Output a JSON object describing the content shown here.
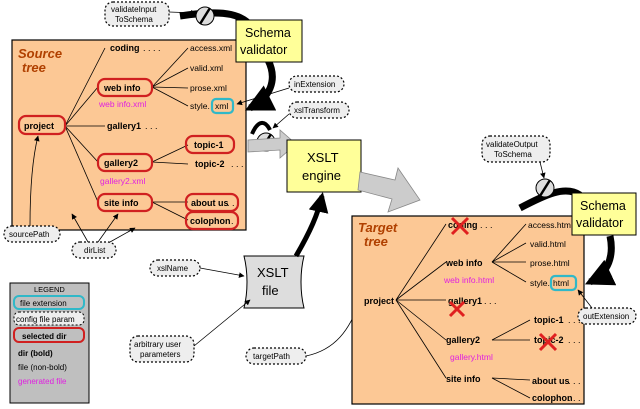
{
  "colors": {
    "tree_fill": "#fcc895",
    "yellow_box": "#ffff99",
    "dir_red": "#d02020",
    "ext_cyan": "#30b8c8",
    "generated_pink": "#e020e0",
    "legend_fill": "#bfbfbf"
  },
  "source_tree": {
    "title_line1": "Source",
    "title_line2": "tree",
    "project": "project",
    "coding": "coding",
    "coding_dots": ". . . .",
    "web_info": "web info",
    "web_info_xml": "web info.xml",
    "gallery1": "gallery1",
    "gallery1_dots": ". . .",
    "gallery2": "gallery2",
    "gallery2_xml": "gallery2.xml",
    "site_info": "site info",
    "access": "access.xml",
    "valid": "valid.xml",
    "prose": "prose.xml",
    "style_prefix": "style.",
    "style_ext": "xml",
    "topic1": "topic-1",
    "topic2": "topic-2",
    "topic2_dots": ". . .",
    "about": "about us",
    "about_dots": ". .",
    "colophon": "colophon",
    "colophon_dot": "."
  },
  "target_tree": {
    "title_line1": "Target",
    "title_line2": "tree",
    "project": "project",
    "coding": "coding",
    "coding_dots": ". . .",
    "web_info": "web info",
    "web_info_html": "web info.html",
    "gallery1": "gallery1",
    "gallery1_dots": ". . .",
    "gallery2": "gallery2",
    "gallery_html": "gallery.html",
    "site_info": "site info",
    "access": "access.html",
    "valid": "valid.html",
    "prose": "prose.html",
    "style_prefix": "style.",
    "style_ext": "html",
    "topic1": "topic-1",
    "topic1_dots": ". . .",
    "topic2": "topic-2",
    "topic2_dots": ". . .",
    "about": "about us",
    "about_dots": ". . .",
    "colophon": "colophon",
    "colophon_dots": ". . ."
  },
  "params": {
    "validate_input_1": "validateInput",
    "validate_input_2": "ToSchema",
    "in_extension": "inExtension",
    "xsl_transform": "xslTransform",
    "validate_output_1": "validateOutput",
    "validate_output_2": "ToSchema",
    "out_extension": "outExtension",
    "source_path": "sourcePath",
    "dir_list": "dirList",
    "xsl_name": "xslName",
    "arbitrary_1": "arbitrary user",
    "arbitrary_2": "parameters",
    "target_path": "targetPath"
  },
  "boxes": {
    "schema_validator_1": "Schema",
    "schema_validator_2": "validator",
    "xslt_engine_1": "XSLT",
    "xslt_engine_2": "engine",
    "xslt_file_1": "XSLT",
    "xslt_file_2": "file"
  },
  "legend": {
    "title": "LEGEND",
    "file_extension": "file extension",
    "config_param": "config file param",
    "selected_dir": "selected dir",
    "dir_bold": "dir (bold)",
    "file_nonbold": "file (non-bold)",
    "generated_file": "generated file"
  }
}
